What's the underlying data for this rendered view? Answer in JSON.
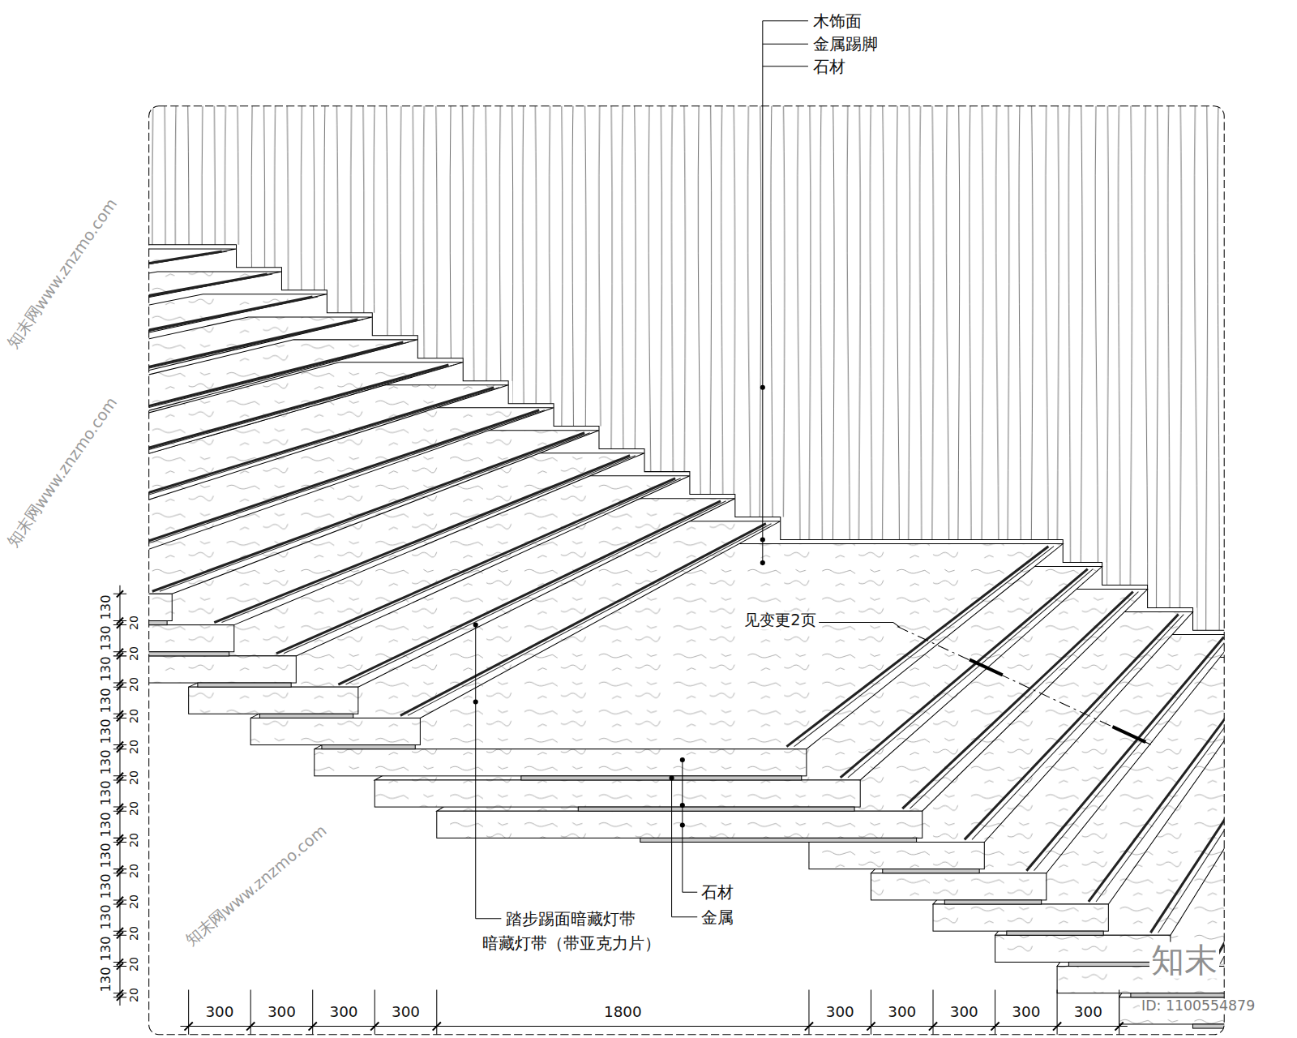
{
  "diagram": {
    "labels": [
      "木饰面",
      "金属踢脚",
      "石材",
      "见变更2页",
      "石材",
      "金属",
      "踏步踢面暗藏灯带",
      "暗藏灯带（带亚克力片）",
      "300",
      "300",
      "300",
      "300",
      "1800",
      "300",
      "300",
      "300",
      "300",
      "300",
      "130",
      "20",
      "130",
      "20",
      "130",
      "20",
      "130",
      "20",
      "130",
      "20",
      "130",
      "20",
      "130",
      "20",
      "130",
      "20",
      "130",
      "20",
      "130",
      "20",
      "130",
      "20",
      "130",
      "20",
      "130",
      "20",
      "知末网www.znzmo.com",
      "知末网www.znzmo.com",
      "知末网www.znzmo.com",
      "知末",
      "ID: 1100554879"
    ]
  }
}
